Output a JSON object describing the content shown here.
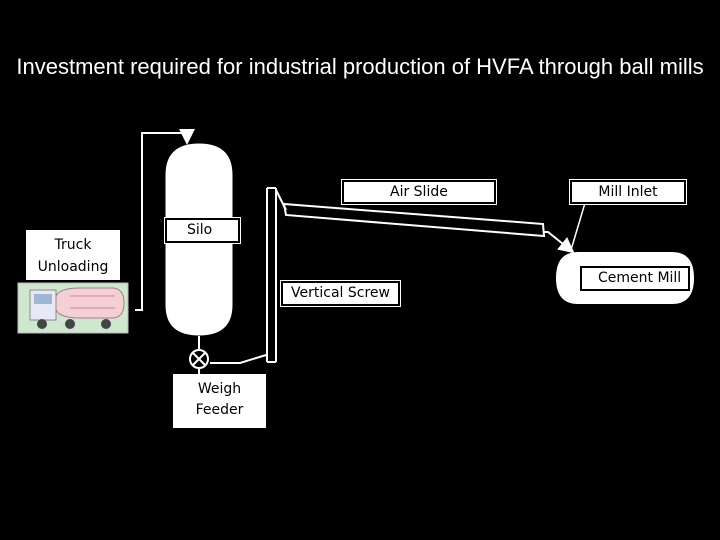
{
  "title": "Investment required for industrial production of HVFA through ball mills",
  "labels": {
    "truck_unloading": [
      "Truck",
      "Unloading"
    ],
    "silo": "Silo",
    "weigh_feeder": [
      "Weigh",
      "Feeder"
    ],
    "vertical_screw": "Vertical Screw",
    "air_slide": "Air Slide",
    "mill_inlet": "Mill Inlet",
    "cement_mill": "Cement Mill"
  },
  "icons": [
    "truck-icon",
    "valve-icon"
  ],
  "colors": {
    "background": "#000000",
    "foreground": "#ffffff",
    "box_text": "#000000"
  }
}
